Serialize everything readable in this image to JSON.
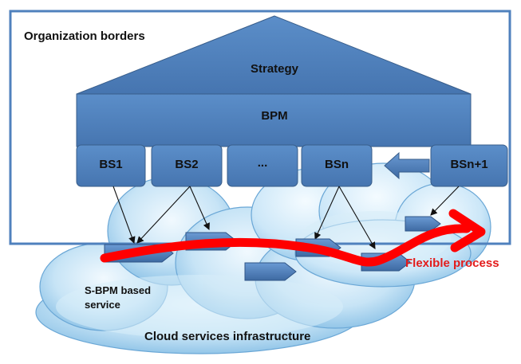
{
  "diagram": {
    "organization_label": "Organization borders",
    "strategy_label": "Strategy",
    "bpm_label": "BPM",
    "subjects": [
      {
        "label": "BS1"
      },
      {
        "label": "BS2"
      },
      {
        "label": "..."
      },
      {
        "label": "BSn"
      },
      {
        "label": "BSn+1"
      }
    ],
    "service_label_line1": "S-BPM based",
    "service_label_line2": "service",
    "flexible_process_label": "Flexible process",
    "cloud_label": "Cloud services infrastructure"
  },
  "colors": {
    "border": "#4f81bd",
    "box_fill": "#4f81bd",
    "box_text": "#ffffff",
    "box_border": "#385d8a",
    "cloud_light": "#e6f3fb",
    "cloud_dark": "#8cc2e6",
    "process_curve": "#ff0000",
    "process_text": "#e31b1b",
    "label_text": "#111111"
  }
}
